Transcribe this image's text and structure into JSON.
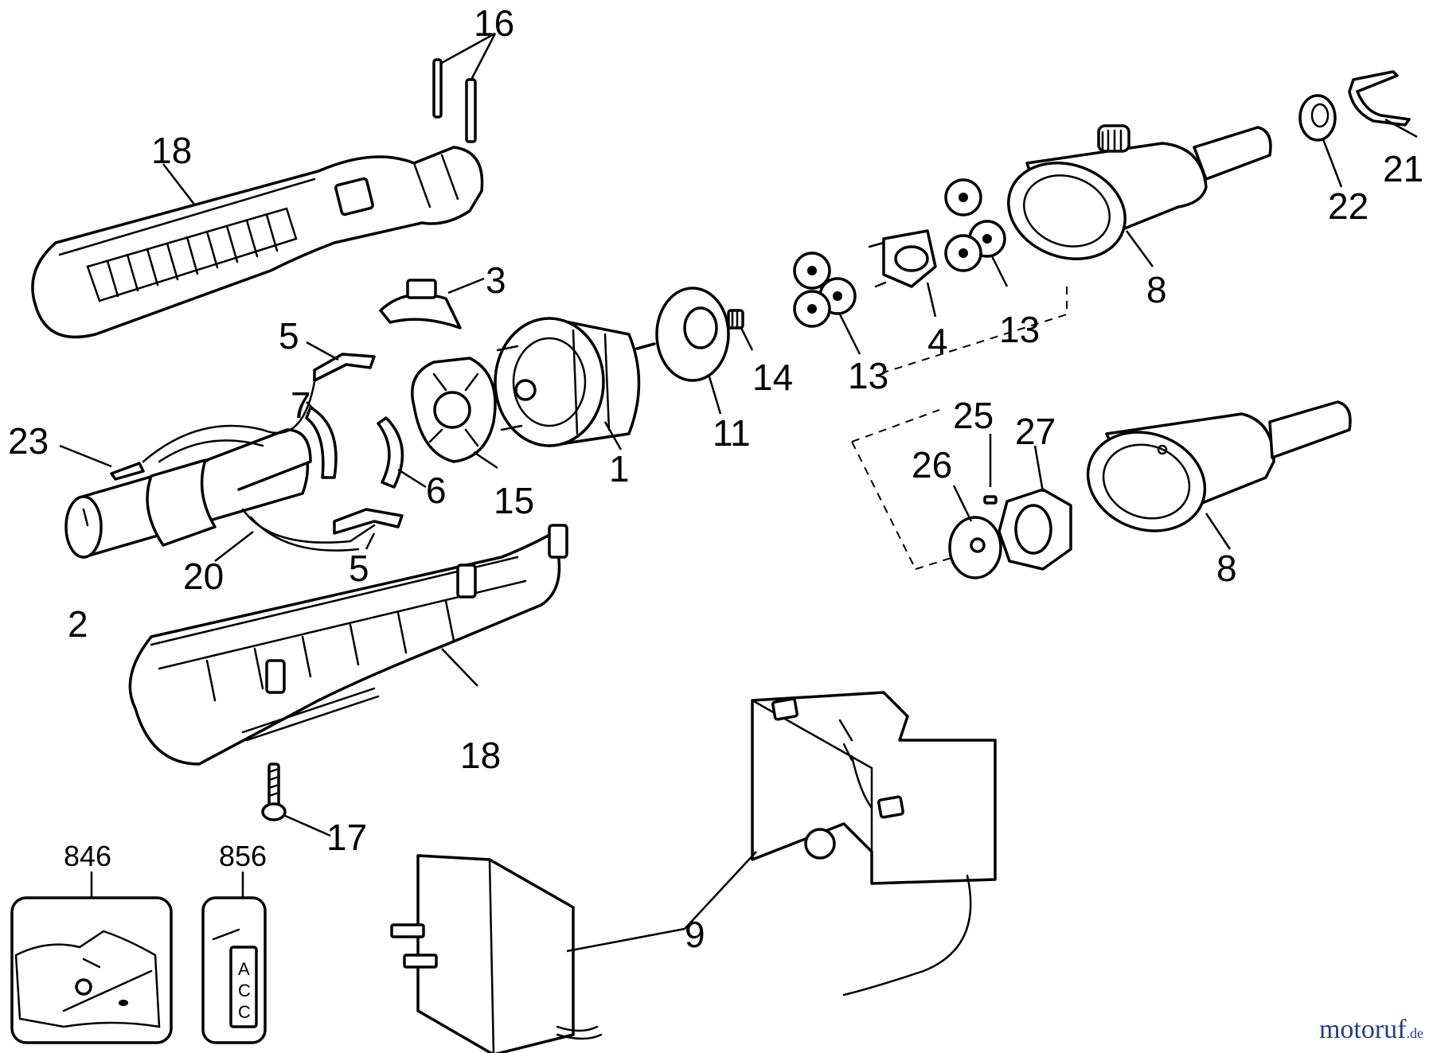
{
  "labels": {
    "l1": "1",
    "l2": "2",
    "l3": "3",
    "l4": "4",
    "l5a": "5",
    "l5b": "5",
    "l6": "6",
    "l7": "7",
    "l8a": "8",
    "l8b": "8",
    "l9": "9",
    "l11": "11",
    "l13a": "13",
    "l13b": "13",
    "l14": "14",
    "l15": "15",
    "l16": "16",
    "l17": "17",
    "l18a": "18",
    "l18b": "18",
    "l20": "20",
    "l21": "21",
    "l22": "22",
    "l23": "23",
    "l25": "25",
    "l26": "26",
    "l27": "27",
    "l846": "846",
    "l856": "856"
  },
  "kit856_letters": [
    "A",
    "C",
    "C"
  ],
  "watermark": {
    "main": "motoruf",
    "de": ".de"
  }
}
